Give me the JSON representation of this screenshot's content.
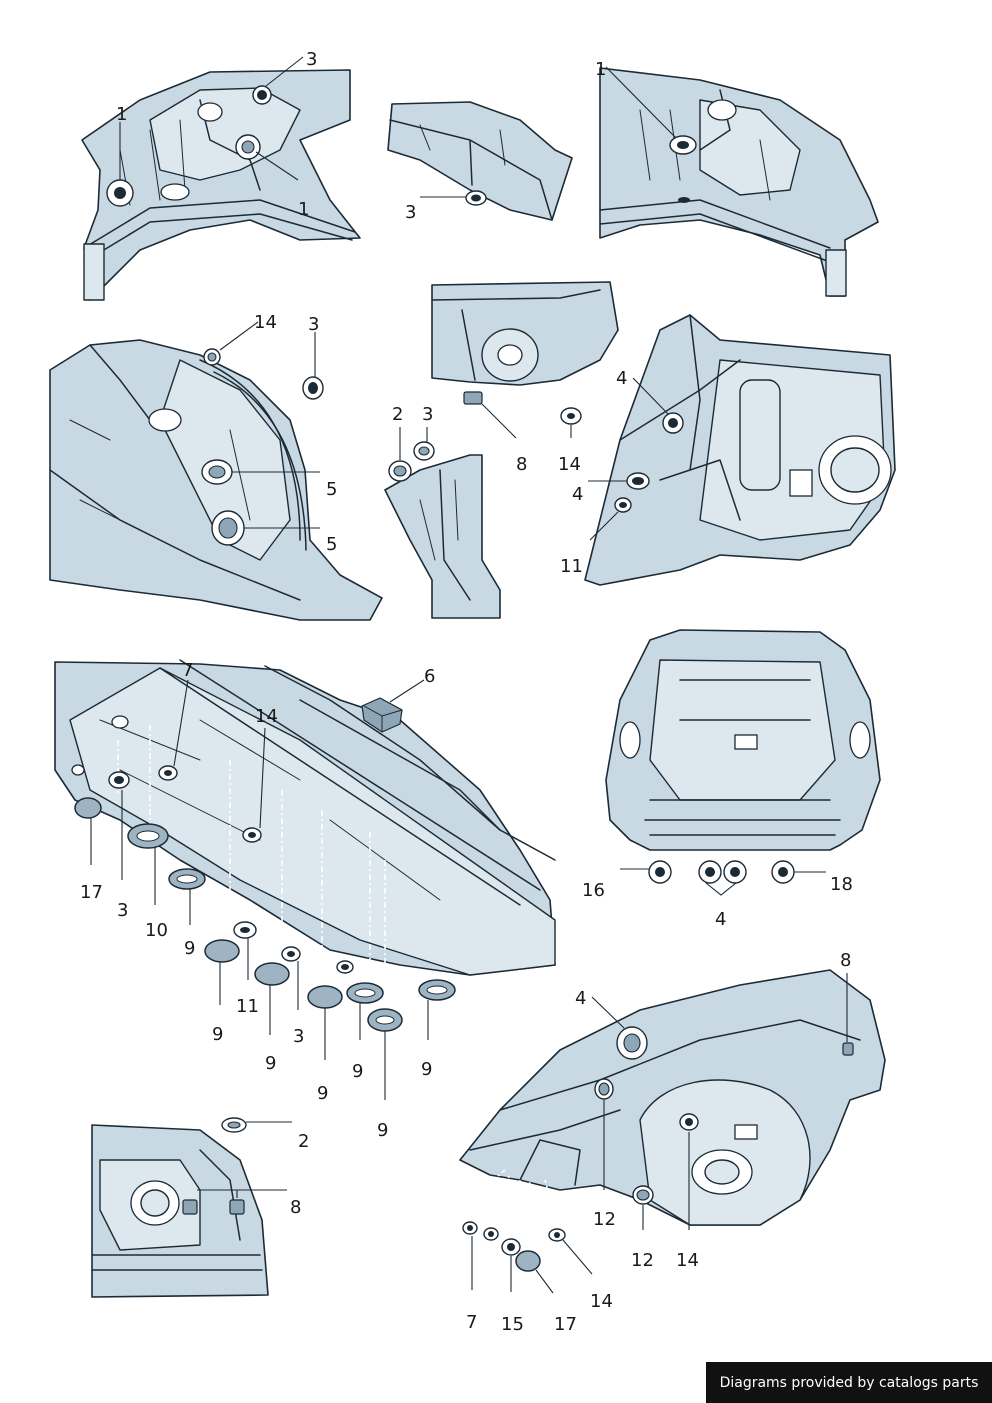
{
  "credit": "Diagrams provided by catalogs parts",
  "callouts": {
    "p1_3": "3",
    "p1_1a": "1",
    "p1_1b": "1",
    "p2_3": "3",
    "p3_1": "1",
    "p4_14": "14",
    "p4_3": "3",
    "p4_5a": "5",
    "p4_5b": "5",
    "p5_2": "2",
    "p5_3": "3",
    "p6_8": "8",
    "p6_14": "14",
    "p7_4a": "4",
    "p7_4b": "4",
    "p7_11": "11",
    "p8_7": "7",
    "p8_6": "6",
    "p8_14": "14",
    "p8_17": "17",
    "p8_3a": "3",
    "p8_10": "10",
    "p8_9a": "9",
    "p8_11": "11",
    "p8_9b": "9",
    "p8_9c": "9",
    "p8_3b": "3",
    "p8_9d": "9",
    "p8_9e": "9",
    "p8_9f": "9",
    "p8_9g": "9",
    "p9_16": "16",
    "p9_4": "4",
    "p9_18": "18",
    "p10_2": "2",
    "p10_8": "8",
    "p11_4": "4",
    "p11_8": "8",
    "p11_12a": "12",
    "p11_12b": "12",
    "p11_14a": "14",
    "p11_7": "7",
    "p11_15": "15",
    "p11_17": "17",
    "p11_14b": "14"
  }
}
